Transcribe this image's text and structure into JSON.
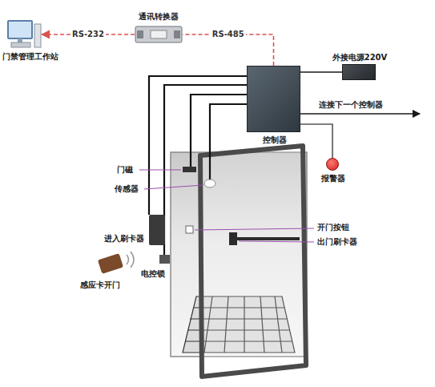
{
  "diagram": {
    "nodes": [
      {
        "text": [
          "门禁管理工作站"
        ]
      },
      {
        "text": [
          "通讯转换器"
        ]
      },
      {
        "text": [
          "控制器"
        ]
      },
      {
        "text": [
          "外接电源220V"
        ]
      },
      {
        "text": [
          "报警器"
        ]
      }
    ],
    "edges": [
      {
        "from": 1,
        "to": 0,
        "label": "RS-232",
        "arrow": "to"
      },
      {
        "from": 2,
        "to": 1,
        "label": "RS-485",
        "arrow": "none"
      },
      {
        "from": 3,
        "to": 2,
        "arrow": "none"
      },
      {
        "from": 2,
        "to": 4,
        "arrow": "none"
      }
    ],
    "labels": [
      "连接下一个控制器",
      "门磁",
      "传感器",
      "进入刷卡器",
      "感应卡开门",
      "电控锁",
      "开门按钮",
      "出门刷卡器"
    ]
  }
}
